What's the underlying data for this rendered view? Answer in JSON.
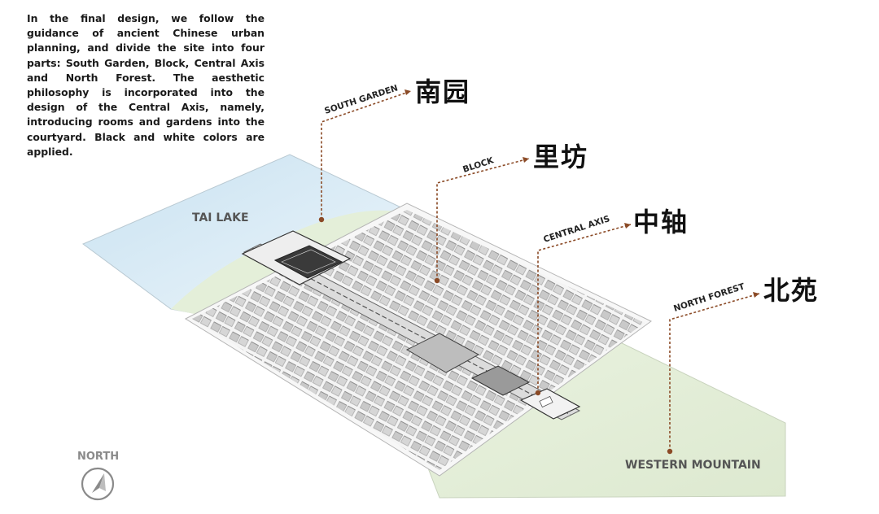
{
  "description": "In the final design, we follow the guidance of ancient Chinese urban planning, and divide the site into four parts: South Garden, Block, Central Axis and North Forest. The aesthetic philosophy is incorporated into the design of the Central Axis, namely, introducing rooms and gardens into the courtyard. Black and white colors are applied.",
  "regions": {
    "tai_lake": "TAI LAKE",
    "western_mountain": "WESTERN MOUNTAIN"
  },
  "parts": [
    {
      "id": "south-garden",
      "label": "SOUTH GARDEN",
      "chinese": "南园"
    },
    {
      "id": "block",
      "label": "BLOCK",
      "chinese": "里坊"
    },
    {
      "id": "central-axis",
      "label": "CENTRAL AXIS",
      "chinese": "中轴"
    },
    {
      "id": "north-forest",
      "label": "NORTH FOREST",
      "chinese": "北苑"
    }
  ],
  "compass": {
    "label": "NORTH"
  },
  "colors": {
    "leader": "#8b4a26",
    "lake": "#d5e9f4",
    "land": "#e3eed6",
    "buildings": "#a9a9a9"
  }
}
